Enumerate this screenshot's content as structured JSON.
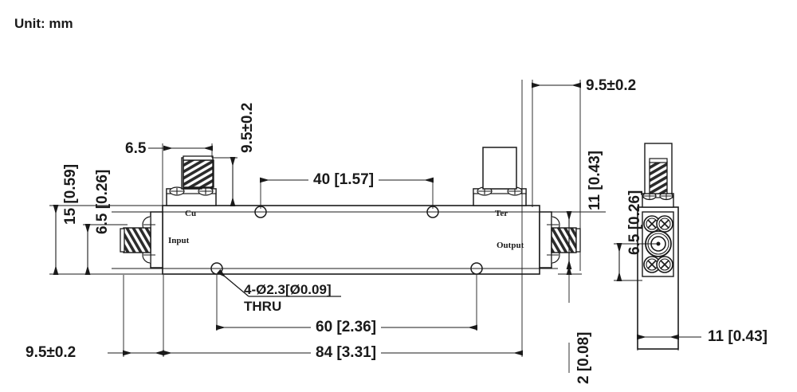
{
  "unit_note": "Unit: mm",
  "part_labels": {
    "cu": "Cu",
    "input": "Input",
    "output": "Output",
    "ter": "Ter"
  },
  "notes": {
    "hole_callout": "4-Ø2.3[Ø0.09]",
    "hole_callout_second": "THRU"
  },
  "dimensions": {
    "overall_height": "15 [0.59]",
    "connector_center_height": "6.5 [0.26]",
    "top_conn_offset": "6.5",
    "top_conn_height": "9.5±0.2",
    "hole_spacing_top": "40 [1.57]",
    "right_top_offset": "9.5±0.2",
    "right_height_11": "11 [0.43]",
    "side_center_height": "6.5 [0.26]",
    "bottom_step": "2 [0.08]",
    "hole_spacing_bottom": "60 [2.36]",
    "overall_length": "84 [3.31]",
    "left_offset": "9.5±0.2",
    "side_width": "11 [0.43]"
  },
  "colors": {
    "line": "#1a1a1a",
    "text": "#1a1a1a",
    "background": "#ffffff",
    "hatch": "#2b2b2b"
  }
}
